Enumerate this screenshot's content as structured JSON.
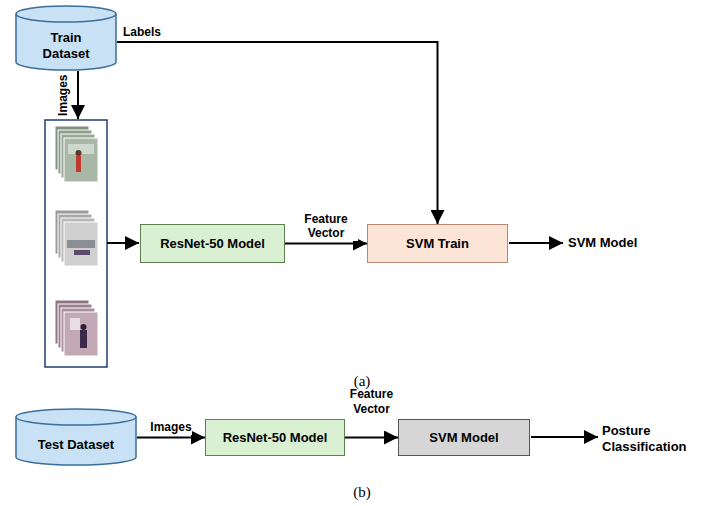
{
  "diagram": {
    "nodes": [
      {
        "text": [
          "Train Dataset"
        ]
      },
      {
        "text": [
          "ResNet-50 Model"
        ]
      },
      {
        "text": [
          "SVM Train"
        ]
      },
      {
        "text": [
          "Test Dataset"
        ]
      },
      {
        "text": [
          "ResNet-50 Model"
        ]
      },
      {
        "text": [
          "SVM Model"
        ]
      }
    ],
    "edges": [
      {
        "from": 0,
        "to": 2,
        "arrow": "to",
        "label": "Labels"
      },
      {
        "from": 1,
        "to": 2,
        "arrow": "to",
        "label": "Feature Vector"
      },
      {
        "from": 3,
        "to": 4,
        "arrow": "to",
        "label": "Images"
      },
      {
        "from": 4,
        "to": 5,
        "arrow": "to",
        "label": "Feature Vector"
      }
    ],
    "labels": [
      "Images",
      "SVM Model",
      "(a)",
      "Posture Classification",
      "(b)"
    ]
  }
}
